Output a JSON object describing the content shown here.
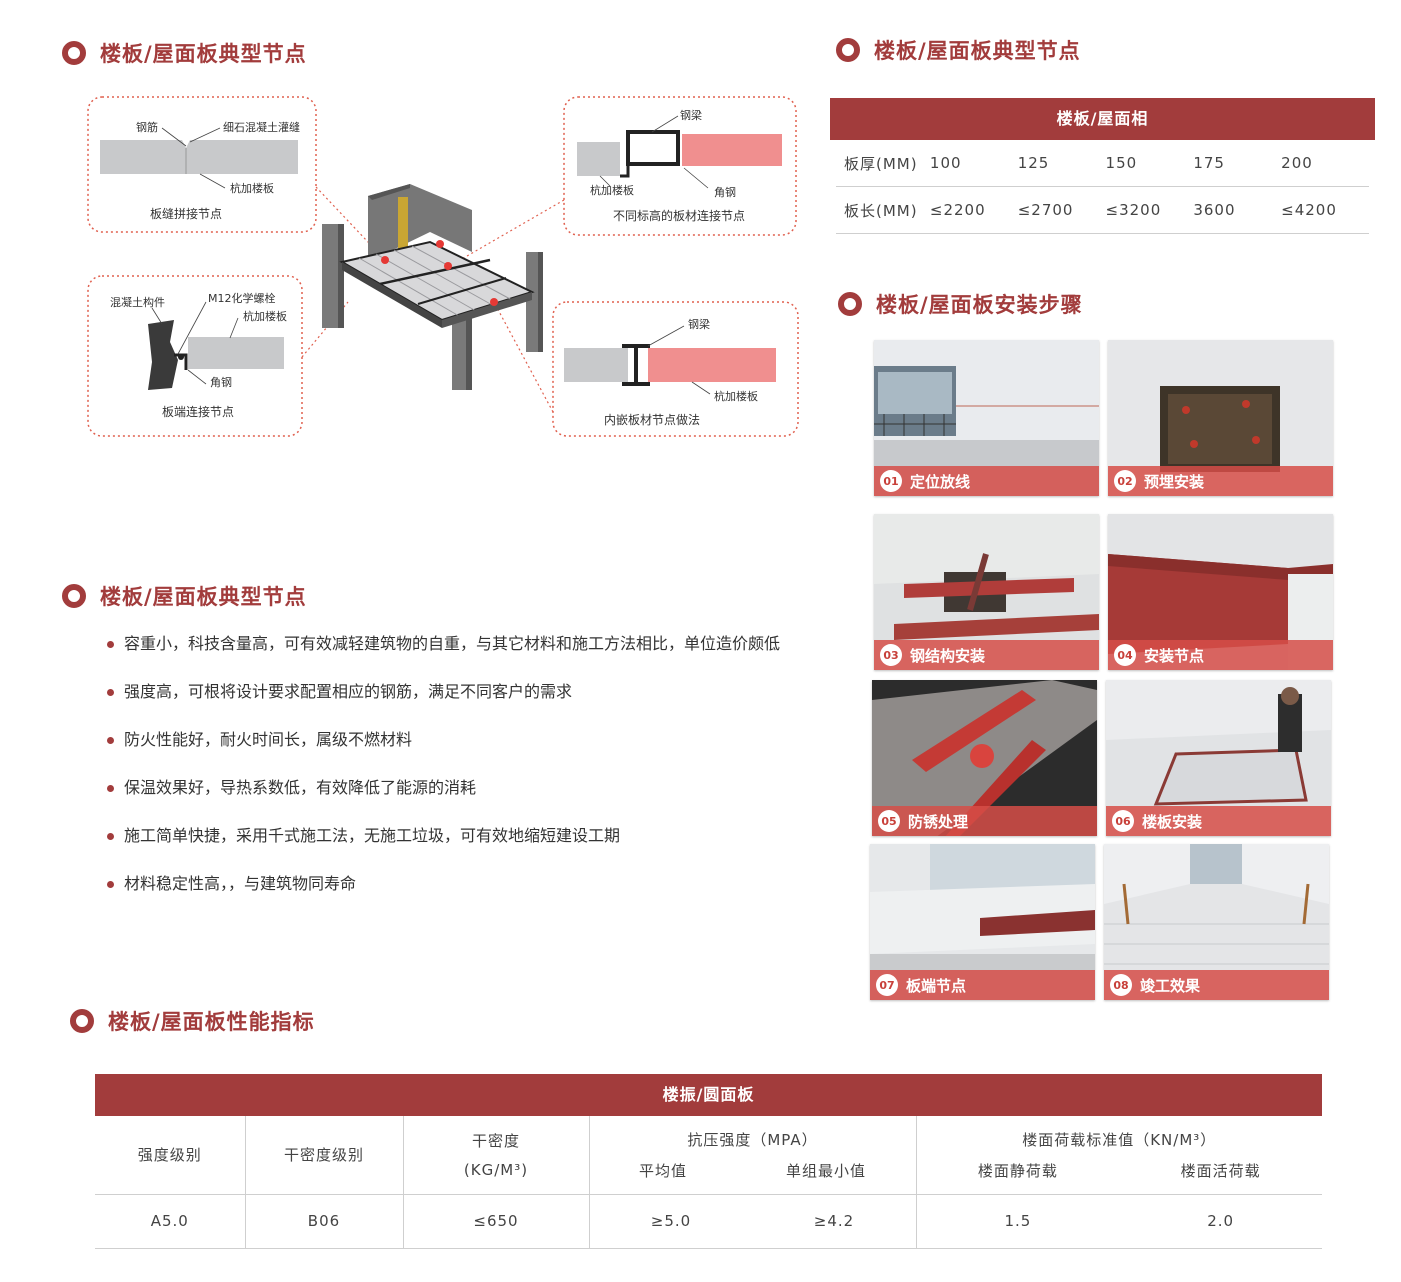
{
  "sections": {
    "nodes_title": "楼板/屋面板典型节点",
    "spec_title": "楼板/屋面板典型节点",
    "features_title": "楼板/屋面板典型节点",
    "install_title": "楼板/屋面板安装步骤",
    "perf_title": "楼板/屋面板性能指标"
  },
  "diagram": {
    "seam": {
      "rebar": "钢筋",
      "grout": "细石混凝土灌缝",
      "panel": "杭加楼板",
      "caption": "板缝拼接节点"
    },
    "level": {
      "beam": "钢梁",
      "panel": "杭加楼板",
      "angle": "角钢",
      "caption": "不同标高的板材连接节点"
    },
    "end": {
      "concrete": "混凝土构件",
      "bolt": "M12化学螺栓",
      "panel": "杭加楼板",
      "angle": "角钢",
      "caption": "板端连接节点"
    },
    "embed": {
      "beam": "钢梁",
      "panel": "杭加楼板",
      "caption": "内嵌板材节点做法"
    }
  },
  "features": [
    "容重小，科技含量高，可有效减轻建筑物的自重，与其它材料和施工方法相比，单位造价颇低",
    "强度高，可根将设计要求配置相应的钢筋，满足不同客户的需求",
    "防火性能好，耐火时间长，属级不燃材料",
    "保温效果好，导热系数低，有效降低了能源的消耗",
    "施工简单快捷，采用千式施工法，无施工垃圾，可有效地缩短建设工期",
    "材料稳定性高，，与建筑物同寿命"
  ],
  "spec": {
    "header": "楼板/屋面相",
    "thickness_label": "板厚(MM)",
    "thickness": [
      "100",
      "125",
      "150",
      "175",
      "200"
    ],
    "length_label": "板长(MM)",
    "length": [
      "≤2200",
      "≤2700",
      "≤3200",
      "3600",
      "≤4200"
    ]
  },
  "steps": [
    {
      "num": "01",
      "label": "定位放线"
    },
    {
      "num": "02",
      "label": "预埋安装"
    },
    {
      "num": "03",
      "label": "钢结构安装"
    },
    {
      "num": "04",
      "label": "安装节点"
    },
    {
      "num": "05",
      "label": "防锈处理"
    },
    {
      "num": "06",
      "label": "楼板安装"
    },
    {
      "num": "07",
      "label": "板端节点"
    },
    {
      "num": "08",
      "label": "竣工效果"
    }
  ],
  "perf": {
    "header": "楼振/圆面板",
    "col_strength": "强度级别",
    "col_density_grade": "干密度级别",
    "col_density": "干密度",
    "col_density_unit": "(KG/M³)",
    "col_compress": "抗压强度（MPA）",
    "col_avg": "平均值",
    "col_min": "单组最小值",
    "col_load": "楼面荷载标准值（KN/M³）",
    "col_static": "楼面静荷载",
    "col_live": "楼面活荷载",
    "row": {
      "strength": "A5.0",
      "density_grade": "B06",
      "density": "≤650",
      "avg": "≥5.0",
      "min": "≥4.2",
      "static": "1.5",
      "live": "2.0"
    }
  }
}
